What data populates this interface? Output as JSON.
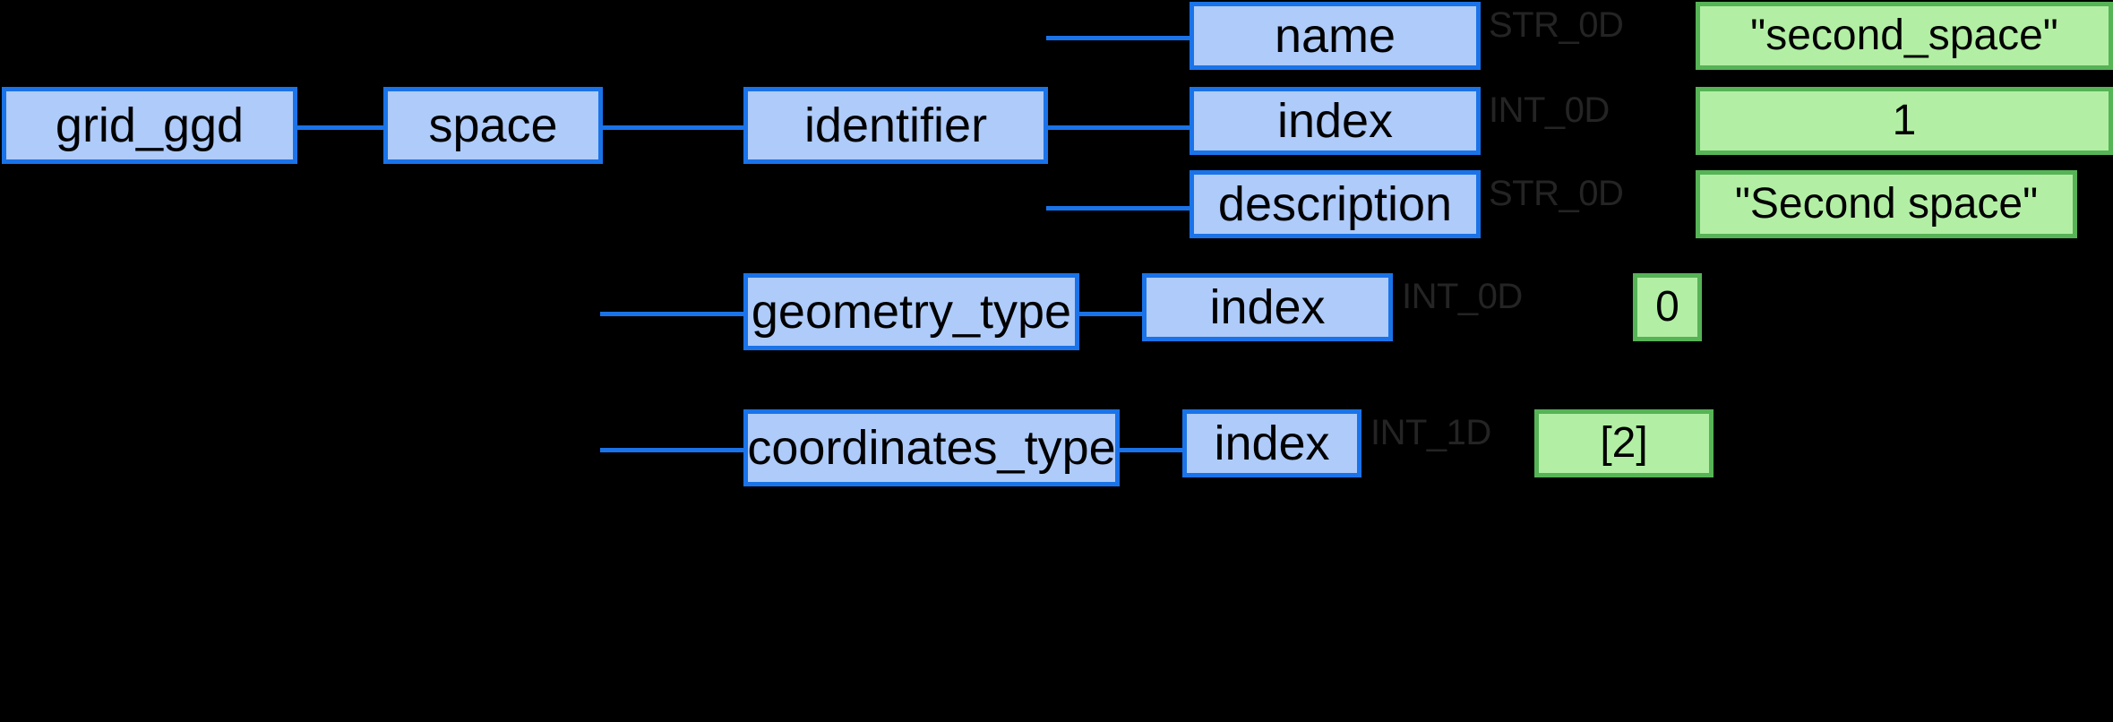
{
  "diagram": {
    "type": "tree",
    "background": "#000000",
    "node_fill_blue": "#aecbfa",
    "node_border_blue": "#1a73e8",
    "node_fill_green": "#b2efa4",
    "node_border_green": "#56b356",
    "edge_label_color": "#242424"
  },
  "nodes": {
    "grid_ggd": "grid_ggd",
    "space": "space",
    "identifier": "identifier",
    "name": "name",
    "index": "index",
    "description": "description",
    "geometry_type": "geometry_type",
    "geometry_type_index": "index",
    "coordinates_type": "coordinates_type",
    "coordinates_type_index": "index"
  },
  "values": {
    "name_value": "\"second_space\"",
    "index_value": "1",
    "description_value": "\"Second space\"",
    "geometry_type_index_value": "0",
    "coordinates_type_index_value": "[2]"
  },
  "types": {
    "name_type": "STR_0D",
    "index_type": "INT_0D",
    "description_type": "STR_0D",
    "geometry_type_index_type": "INT_0D",
    "coordinates_type_index_type": "INT_1D"
  }
}
